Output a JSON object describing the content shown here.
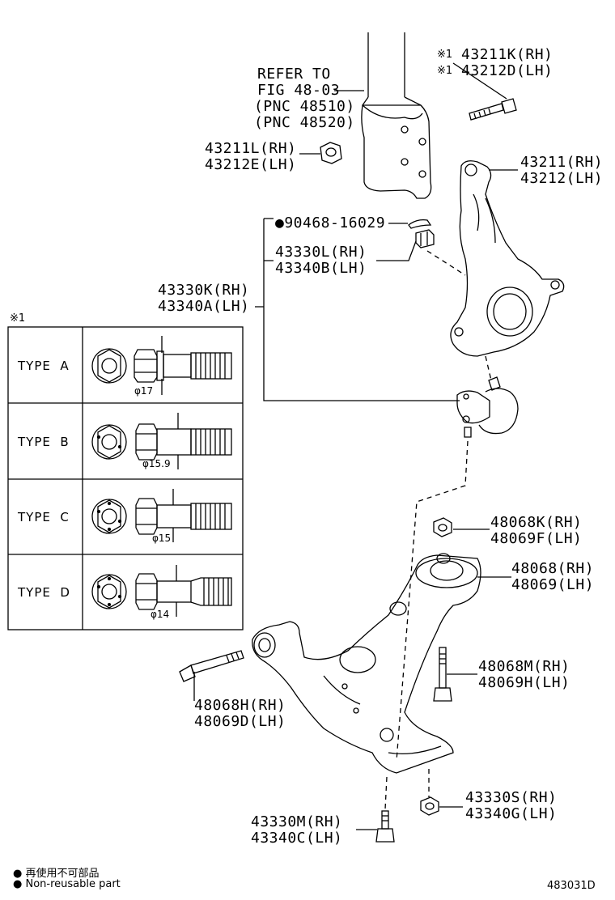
{
  "labels": {
    "refer_line1": "REFER TO",
    "refer_line2": "FIG 48-03",
    "refer_line3": "(PNC 48510)",
    "refer_line4": "(PNC 48520)",
    "bolt_top_rh": "43211K(RH)",
    "bolt_top_lh": "43212D(LH)",
    "bolt_top_mark": "※1",
    "nut_strut_rh": "43211L(RH)",
    "nut_strut_lh": "43212E(LH)",
    "knuckle_rh": "43211(RH)",
    "knuckle_lh": "43212(LH)",
    "cotter_pin": "●90468-16029",
    "castle_nut_rh": "43330L(RH)",
    "castle_nut_lh": "43340B(LH)",
    "ball_joint_rh": "43330K(RH)",
    "ball_joint_lh": "43340A(LH)",
    "nut_48068k_rh": "48068K(RH)",
    "nut_48068k_lh": "48069F(LH)",
    "bushing_rh": "48068(RH)",
    "bushing_lh": "48069(LH)",
    "bolt_m_rh": "48068M(RH)",
    "bolt_m_lh": "48069H(LH)",
    "bolt_h_rh": "48068H(RH)",
    "bolt_h_lh": "48069D(LH)",
    "nut_s_rh": "43330S(RH)",
    "nut_s_lh": "43340G(LH)",
    "bolt_c_rh": "43330M(RH)",
    "bolt_c_lh": "43340C(LH)"
  },
  "type_table": {
    "header_mark": "※1",
    "rows": [
      {
        "type": "TYPE  A",
        "dim": "φ17"
      },
      {
        "type": "TYPE  B",
        "dim": "φ15.9"
      },
      {
        "type": "TYPE  C",
        "dim": "φ15"
      },
      {
        "type": "TYPE  D",
        "dim": "φ14"
      }
    ]
  },
  "legend": {
    "line1": "● 再使用不可部品",
    "line2": "● Non-reusable part"
  },
  "figure_id": "483031D"
}
